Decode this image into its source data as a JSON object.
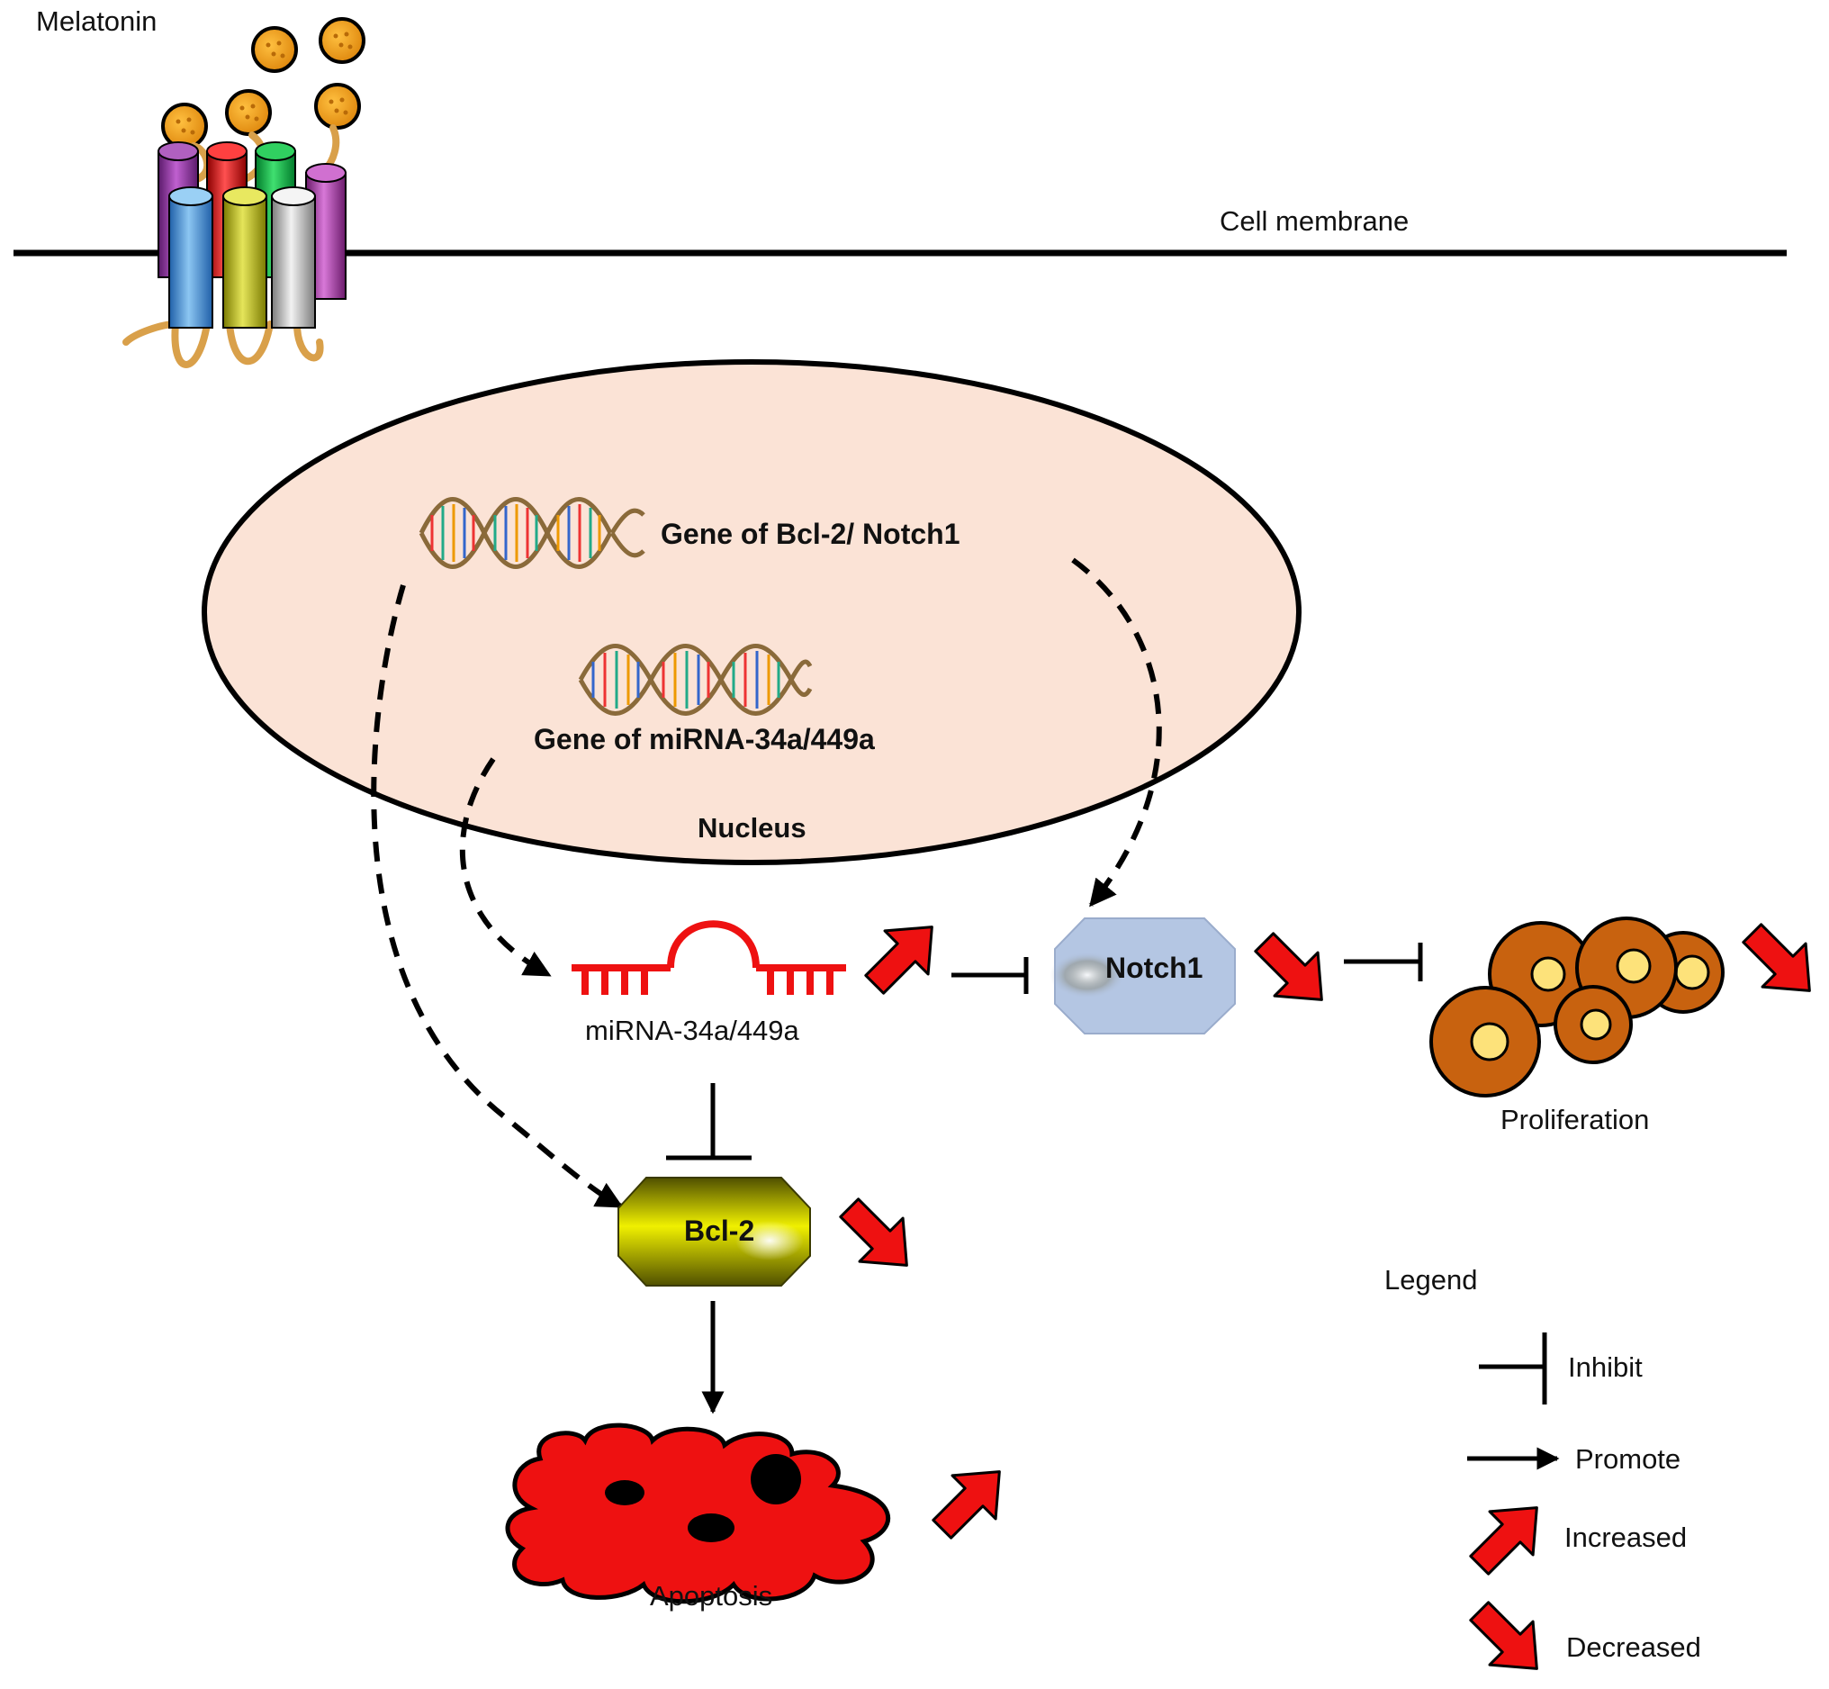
{
  "labels": {
    "melatonin": "Melatonin",
    "cell_membrane": "Cell membrane",
    "gene_bcl2_notch1": "Gene of Bcl-2/ Notch1",
    "gene_mirna": "Gene of miRNA-34a/449a",
    "nucleus": "Nucleus",
    "mirna": "miRNA-34a/449a",
    "notch1": "Notch1",
    "bcl2": "Bcl-2",
    "proliferation": "Proliferation",
    "apoptosis": "Apoptosis"
  },
  "legend": {
    "title": "Legend",
    "inhibit": "Inhibit",
    "promote": "Promote",
    "increased": "Increased",
    "decreased": "Decreased"
  },
  "colors": {
    "nucleus_fill": "#fbe3d6",
    "melatonin": "#f0a020",
    "notch1": "#b4c6e3",
    "bcl2": "#e0e000",
    "mirna": "#ee1111",
    "cell": "#c8620f",
    "cell_nucleus": "#fde27a",
    "apoptosis": "#ee1111",
    "status_arrow": "#ee1111"
  },
  "icons": {
    "receptor": "seven-transmembrane-receptor",
    "dna": "dna-double-helix",
    "trend_up": "red-up-arrow",
    "trend_down": "red-down-arrow"
  }
}
